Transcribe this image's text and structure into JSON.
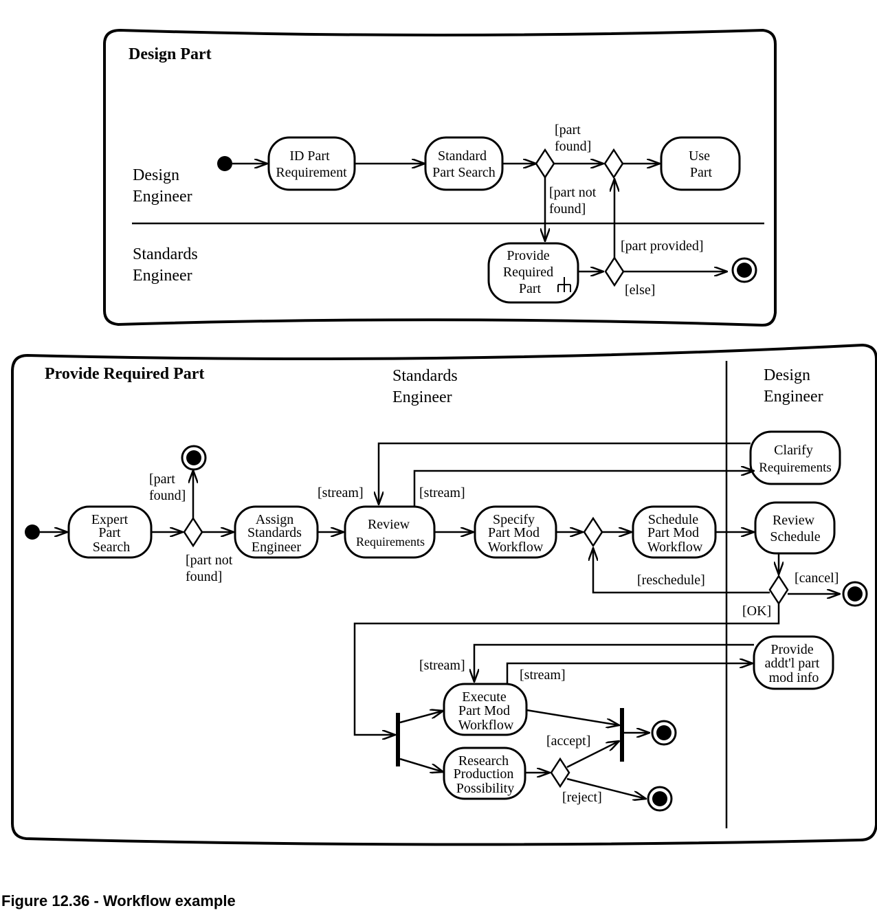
{
  "diagram1": {
    "title": "Design Part",
    "lanes": [
      {
        "label_lines": [
          "Design",
          "Engineer"
        ]
      },
      {
        "label_lines": [
          "Standards",
          "Engineer"
        ]
      }
    ],
    "actions": {
      "id_part": [
        "ID Part",
        "Requirement"
      ],
      "std_search": [
        "Standard",
        "Part Search"
      ],
      "use_part": [
        "Use",
        "Part"
      ],
      "provide_part": [
        "Provide",
        "Required",
        "Part"
      ]
    },
    "guards": {
      "part_found": [
        "[part",
        "found]"
      ],
      "part_not_found": [
        "[part not",
        "found]"
      ],
      "part_provided": "[part provided]",
      "else": "[else]"
    }
  },
  "diagram2": {
    "title": "Provide Required Part",
    "lanes": [
      {
        "label_lines": [
          "Standards",
          "Engineer"
        ]
      },
      {
        "label_lines": [
          "Design",
          "Engineer"
        ]
      }
    ],
    "actions": {
      "expert_search": [
        "Expert",
        "Part",
        "Search"
      ],
      "assign": [
        "Assign",
        "Standards",
        "Engineer"
      ],
      "review_req": [
        "Review",
        "Requirements"
      ],
      "specify": [
        "Specify",
        "Part Mod",
        "Workflow"
      ],
      "schedule": [
        "Schedule",
        "Part Mod",
        "Workflow"
      ],
      "clarify": [
        "Clarify",
        "Requirements"
      ],
      "review_schedule": [
        "Review",
        "Schedule"
      ],
      "provide_info": [
        "Provide",
        "addt'l part",
        "mod info"
      ],
      "execute": [
        "Execute",
        "Part Mod",
        "Workflow"
      ],
      "research": [
        "Research",
        "Production",
        "Possibility"
      ]
    },
    "guards": {
      "part_found": [
        "[part",
        "found]"
      ],
      "part_not_found": [
        "[part not",
        "found]"
      ],
      "stream1": "[stream]",
      "stream2": "[stream]",
      "reschedule": "[reschedule]",
      "cancel": "[cancel]",
      "ok": "[OK]",
      "stream3": "[stream]",
      "stream4": "[stream]",
      "accept": "[accept]",
      "reject": "[reject]"
    }
  },
  "caption": "Figure 12.36 - Workflow example"
}
